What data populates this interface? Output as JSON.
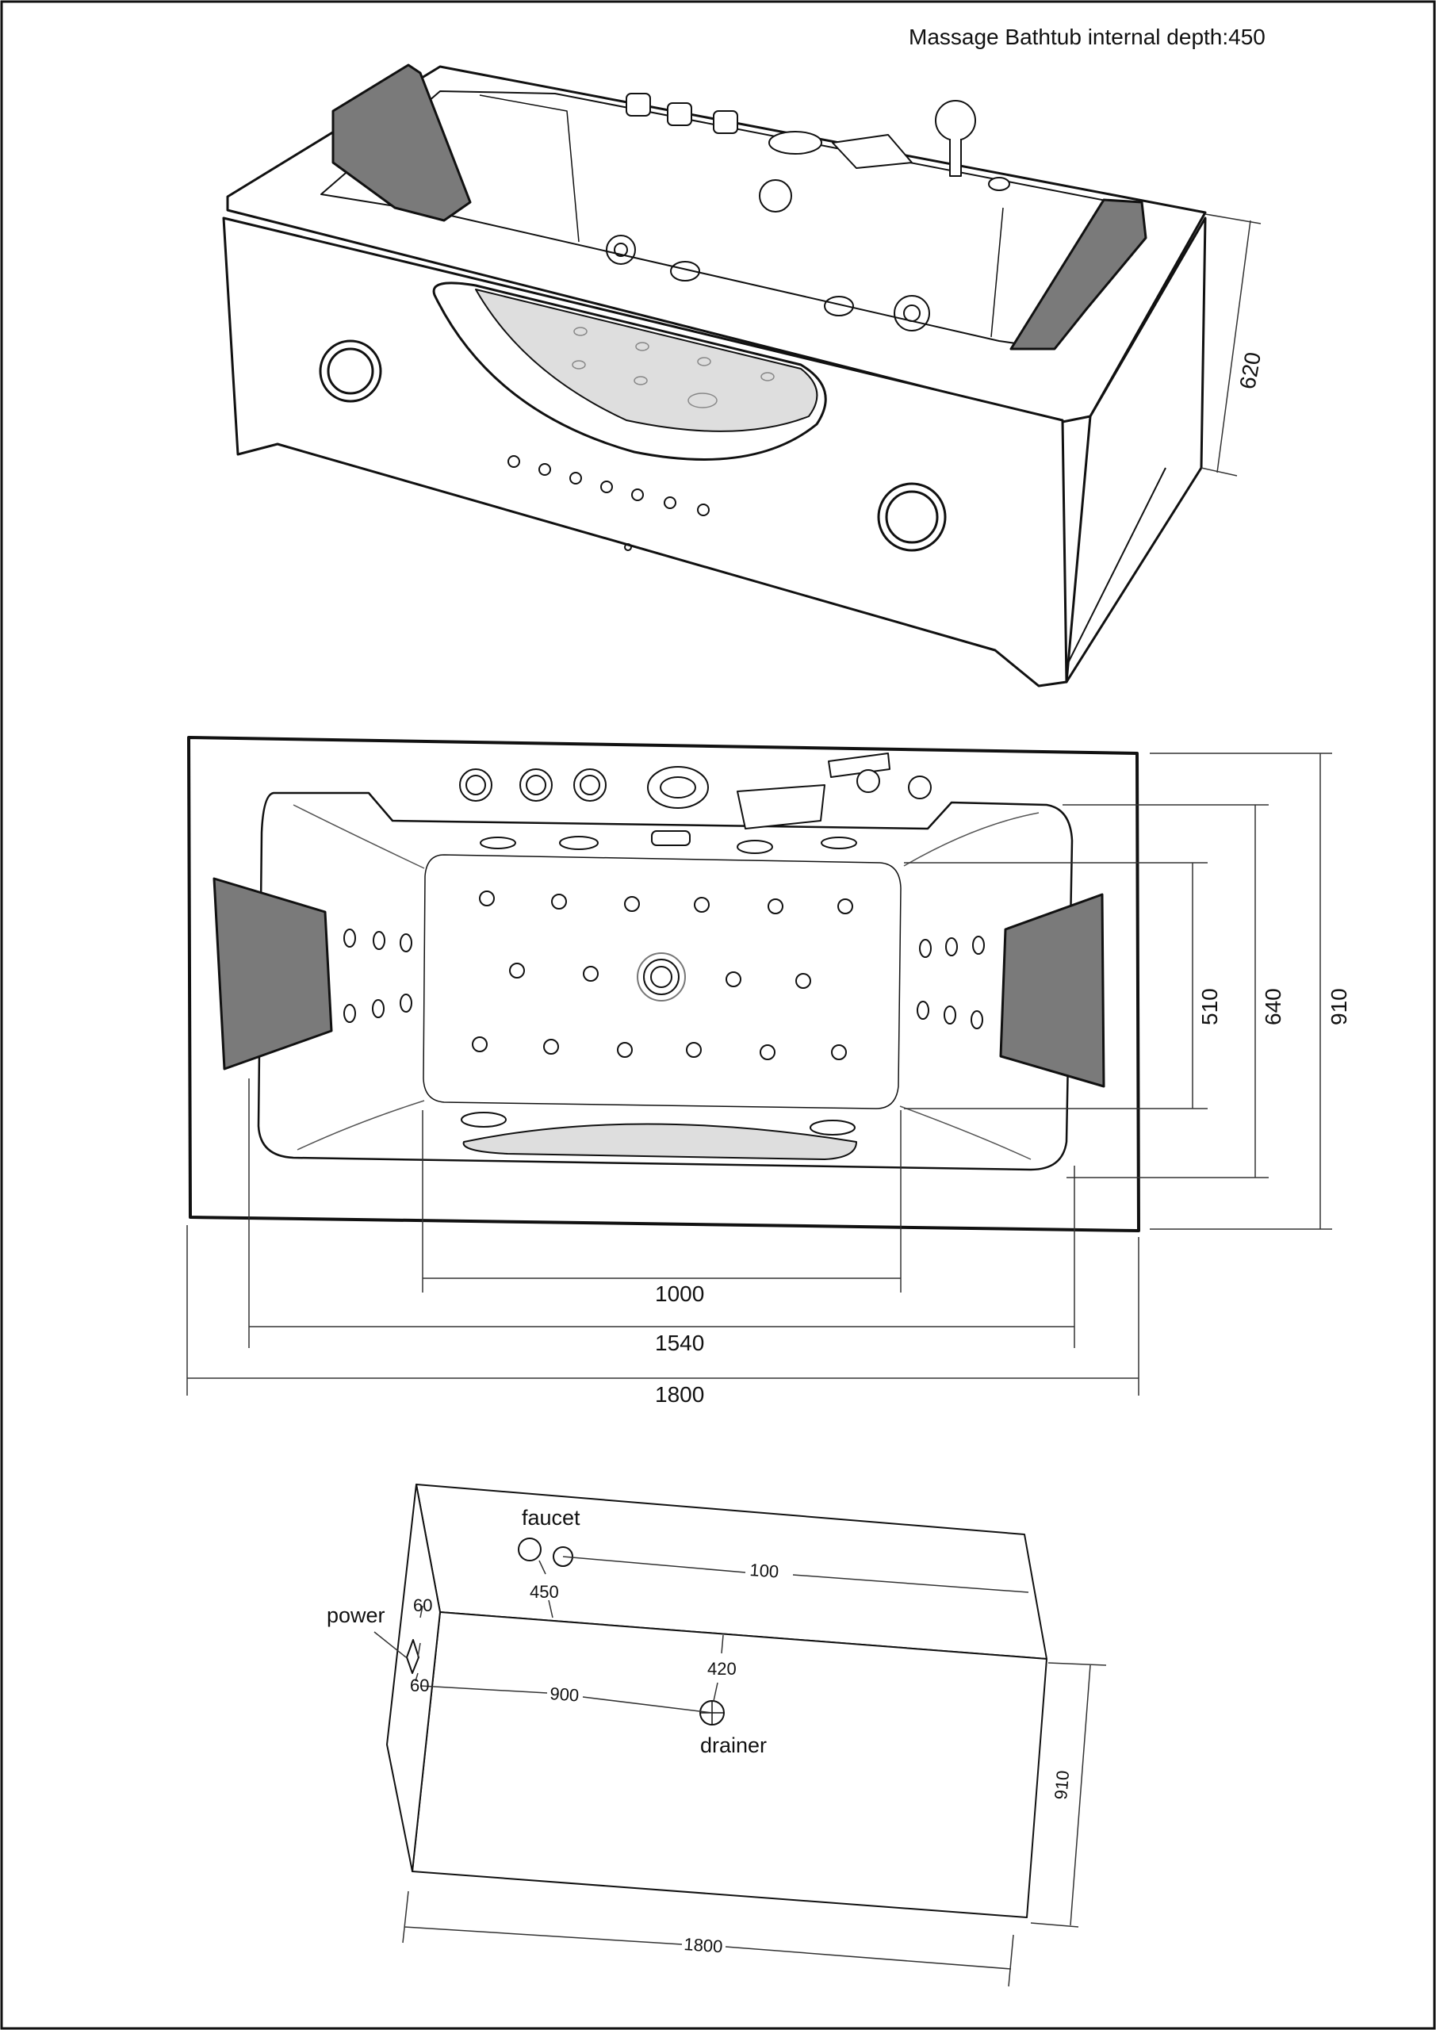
{
  "header": {
    "title": "Massage Bathtub internal depth:450"
  },
  "perspective_view": {
    "height_label": "620"
  },
  "plan_view": {
    "width_labels": [
      "1000",
      "1540",
      "1800"
    ],
    "depth_labels": [
      "510",
      "640",
      "910"
    ]
  },
  "installation_view": {
    "labels": {
      "faucet": "faucet",
      "power": "power",
      "drainer": "drainer"
    },
    "dims": {
      "faucet_offset": "100",
      "faucet_height": "450",
      "power_top": "60",
      "power_bottom": "60",
      "power_to_drain": "900",
      "drain_offset": "420",
      "depth": "910",
      "length": "1800"
    }
  },
  "colors": {
    "line": "#111111",
    "pillow": "#7a7a7a",
    "floor": "#dedede",
    "dim": "#333333"
  }
}
